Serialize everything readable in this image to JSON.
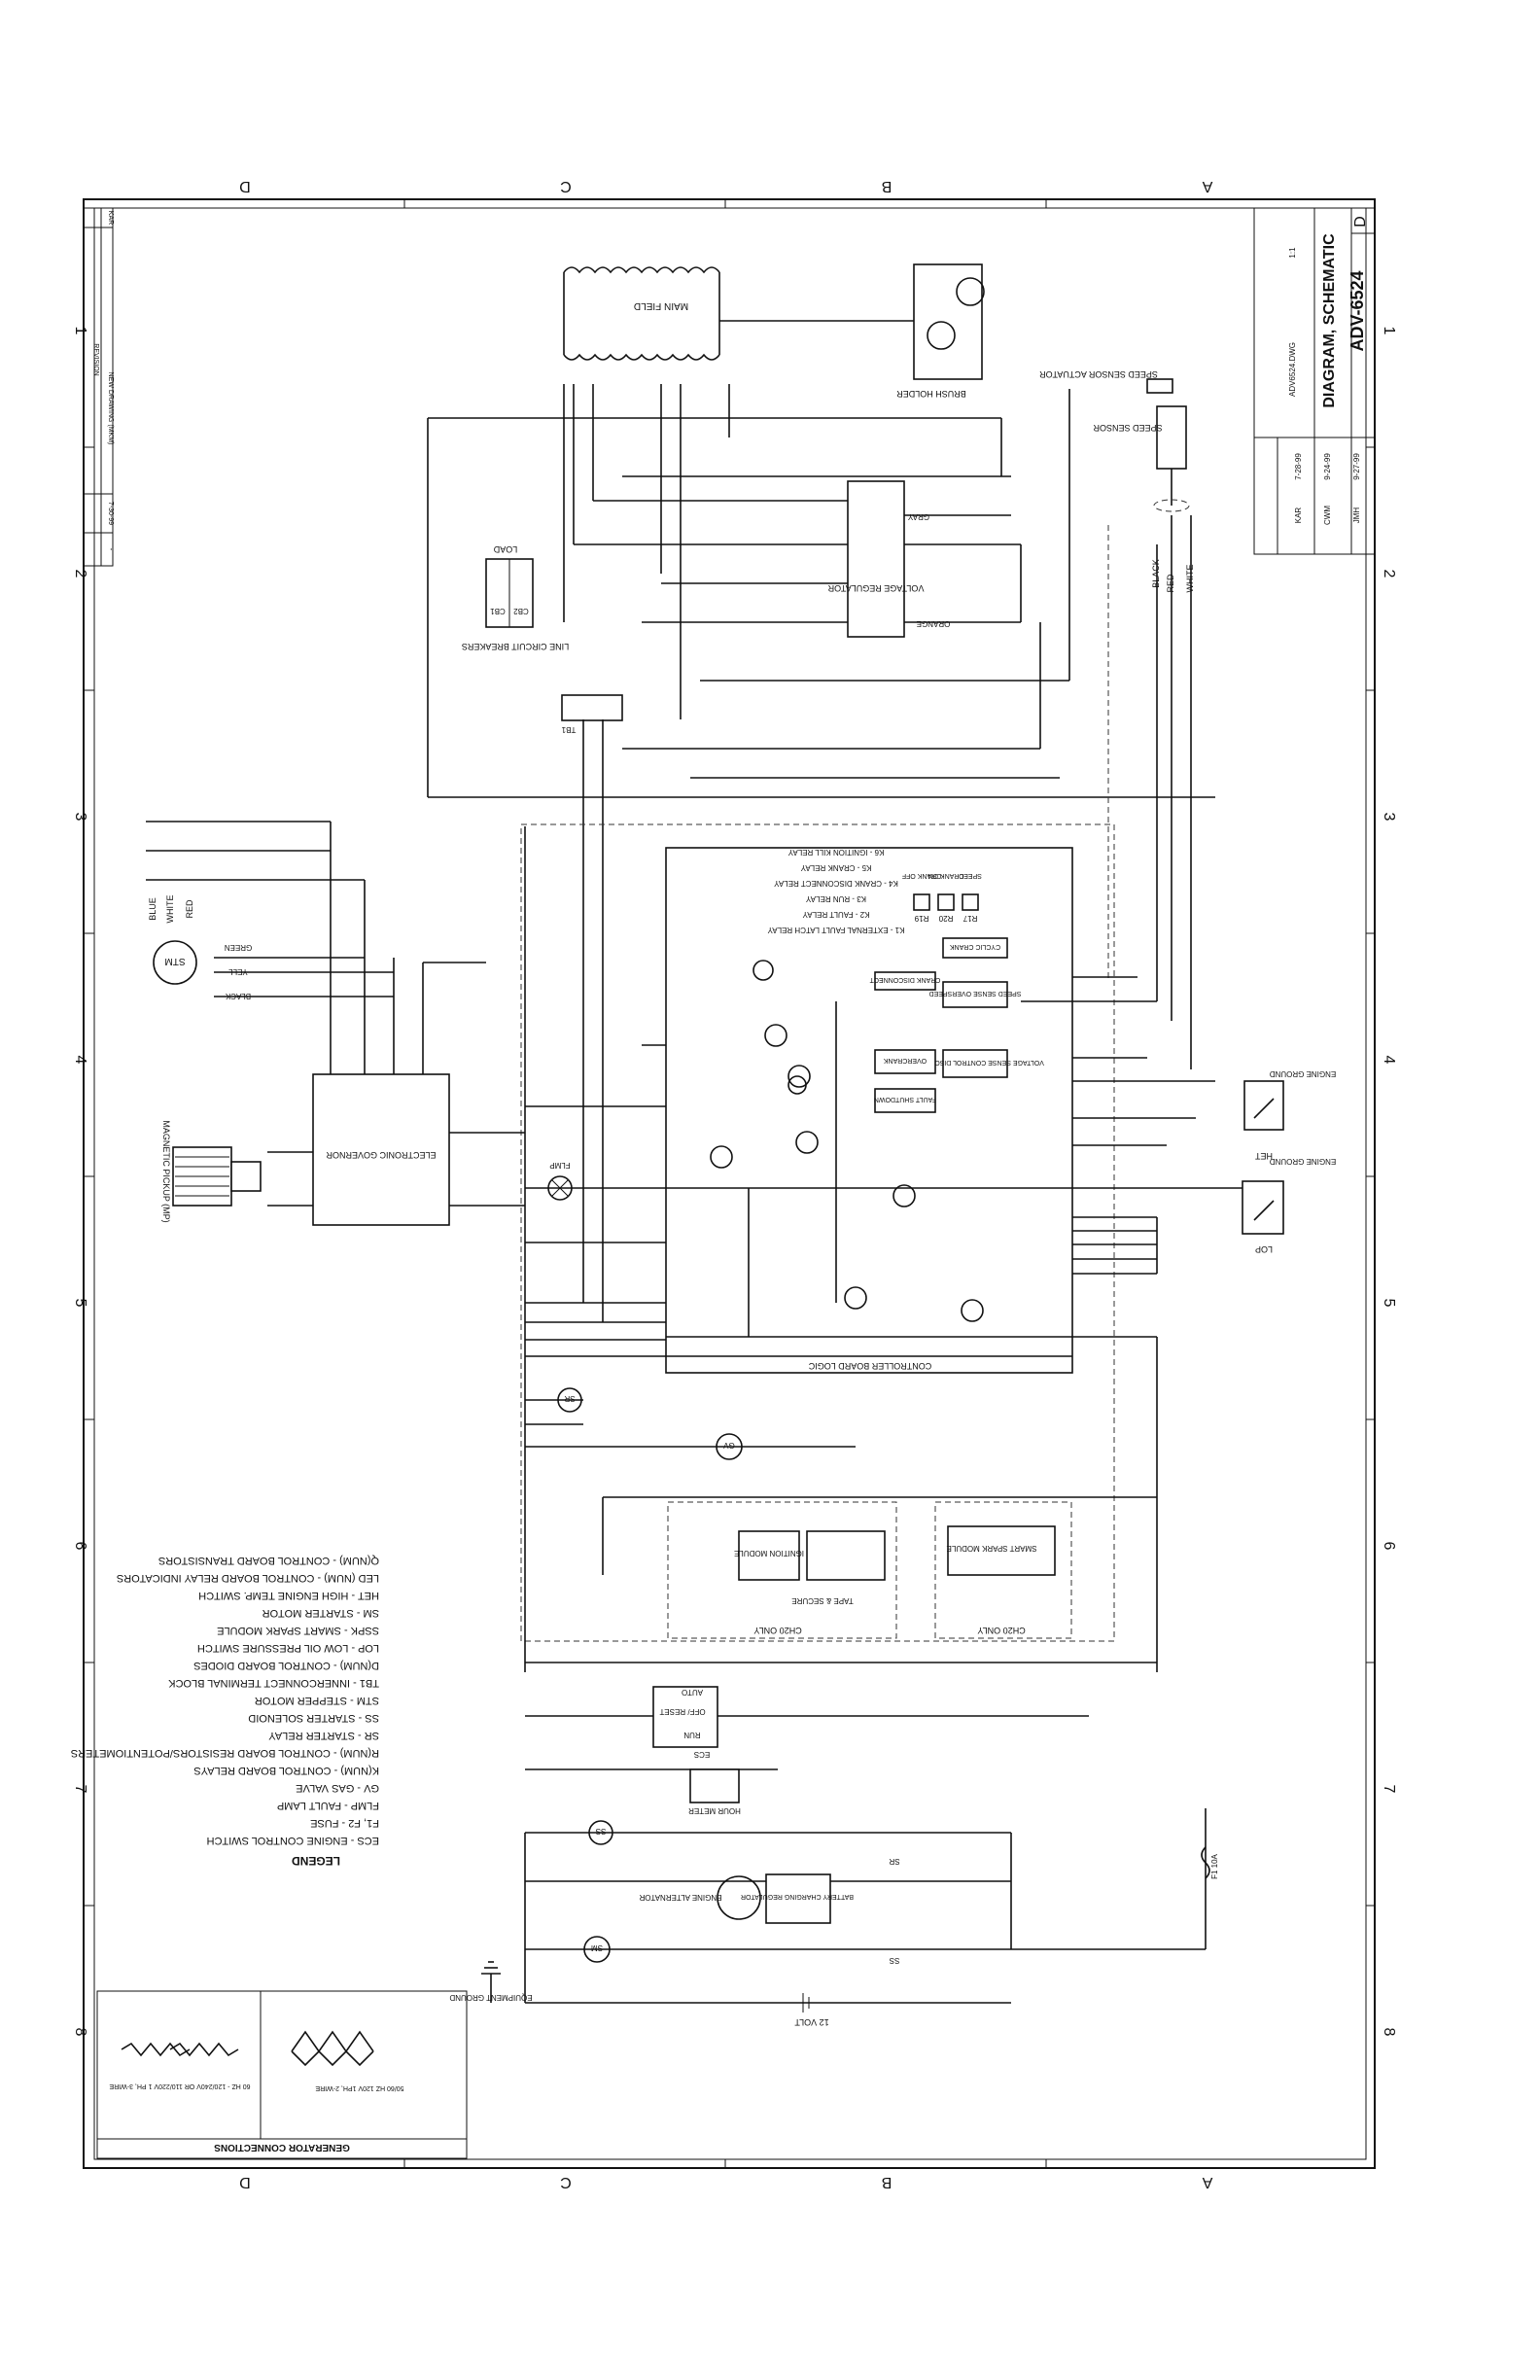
{
  "title_block": {
    "title": "DIAGRAM, SCHEMATIC",
    "drawing_number": "ADV-6524",
    "dwg_file": "ADV6524.DWG",
    "size": "D",
    "scale": "1:1",
    "approvals": {
      "drawn_by": "KAR",
      "drawn_date": "7-28-99",
      "checked_by": "CWM",
      "checked_date": "9-24-99",
      "approved_by": "JMH",
      "approved_date": "9-27-99"
    }
  },
  "revision_block": {
    "header": "REVISION",
    "rev": "-",
    "date": "7-30-99",
    "description": "NEW DRAWING (MKM)",
    "by": "KAR"
  },
  "zones": {
    "rows": [
      "D",
      "C",
      "B",
      "A"
    ],
    "columns": [
      "1",
      "2",
      "3",
      "4",
      "5",
      "6",
      "7",
      "8"
    ]
  },
  "components": {
    "main_field": "MAIN FIELD",
    "brush_holder": "BRUSH HOLDER",
    "speed_sensor_actuator": "SPEED SENSOR ACTUATOR",
    "speed_sensor": "SPEED SENSOR",
    "voltage_regulator": "VOLTAGE REGULATOR",
    "load": "LOAD",
    "line_circuit_breakers": "LINE CIRCUIT BREAKERS",
    "cb1": "CB1",
    "cb2": "CB2",
    "tb1": "TB1",
    "controller_board": "CONTROLLER BOARD LOGIC",
    "electronic_governor": "ELECTRONIC GOVERNOR",
    "magnetic_pickup": "MAGNETIC PICKUP (MP)",
    "stm": "STM",
    "het": "HET",
    "lop": "LOP",
    "engine_ground": "ENGINE GROUND",
    "flmp": "FLMP",
    "gv": "GV",
    "ignition_module": "IGNITION MODULE",
    "smart_spark_module": "SMART SPARK MODULE",
    "ch20_only": "CH20 ONLY",
    "tape_secure": "TAPE & SECURE",
    "ecs": "ECS",
    "ecs_positions": [
      "AUTO",
      "OFF/ RESET",
      "RUN"
    ],
    "hour_meter": "HOUR METER",
    "battery_charging_regulator": "BATTERY CHARGING REGULATOR",
    "engine_alternator": "ENGINE ALTERNATOR",
    "sr": "SR",
    "ss": "SS",
    "sm": "SM",
    "fuse_f1": "F1 10A",
    "battery": "12 VOLT",
    "equipment_ground": "EQUIPMENT GROUND",
    "wire_colors": [
      "BLACK",
      "RED",
      "WHITE",
      "BLUE",
      "YELL",
      "GREEN",
      "GRAY",
      "ORANGE"
    ]
  },
  "relay_legend": [
    "K1 - EXTERNAL FAULT LATCH RELAY",
    "K2 - FAULT RELAY",
    "K3 - RUN RELAY",
    "K4 - CRANK DISCONNECT RELAY",
    "K5 - CRANK RELAY",
    "K6 - IGNITION KILL RELAY"
  ],
  "potentiometers": [
    {
      "id": "R17",
      "label": "SPEED"
    },
    {
      "id": "R20",
      "label": "CRANK ON"
    },
    {
      "id": "R19",
      "label": "CRANK OFF"
    }
  ],
  "board_functions": [
    "CYCLIC CRANK",
    "SPEED SENSE OVERSPEED",
    "CRANK DISCONNECT",
    "VOLTAGE SENSE CONTROL DISCONNECT",
    "FAULT SHUTDOWN",
    "OVERCRANK"
  ],
  "legend": {
    "title": "LEGEND",
    "items": [
      "ECS - ENGINE CONTROL SWITCH",
      "F1, F2 - FUSE",
      "FLMP - FAULT LAMP",
      "GV - GAS VALVE",
      "K(NUM) - CONTROL BOARD RELAYS",
      "R(NUM) - CONTROL BOARD RESISTORS/POTENTIOMETERS",
      "SR - STARTER RELAY",
      "SS - STARTER SOLENOID",
      "STM - STEPPER MOTOR",
      "TB1 - INNERCONNECT TERMINAL BLOCK",
      "D(NUM) - CONTROL BOARD DIODES",
      "LOP - LOW OIL PRESSURE SWITCH",
      "SSPK - SMART SPARK MODULE",
      "SM - STARTER MOTOR",
      "HET - HIGH ENGINE TEMP. SWITCH",
      "LED (NUM) - CONTROL BOARD RELAY INDICATORS",
      "Q(NUM) - CONTROL BOARD TRANSISTORS"
    ]
  },
  "generator_connections": {
    "title": "GENERATOR CONNECTIONS",
    "left_note": "60 HZ - 120/240V OR 110/220V 1 PH, 3-WIRE",
    "right_note": "50/60 HZ 120V 1PH, 2-WIRE"
  }
}
